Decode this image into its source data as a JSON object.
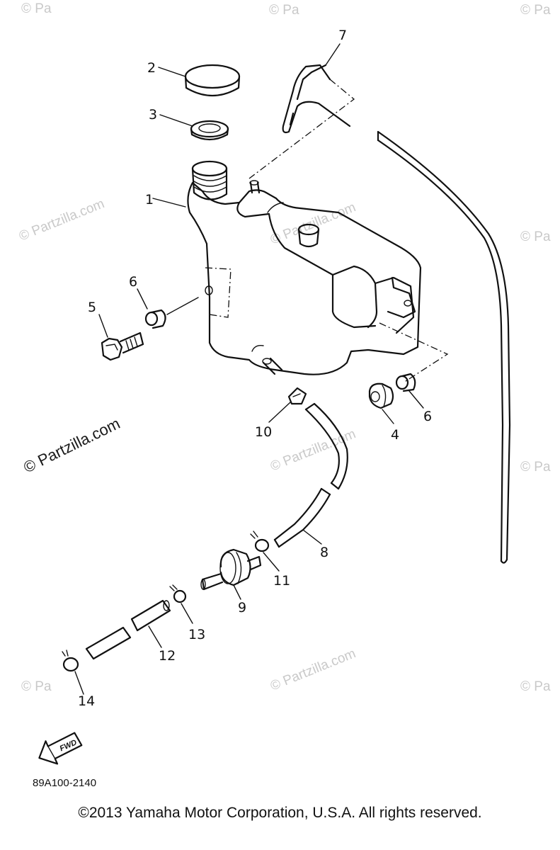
{
  "watermark": {
    "main": "© Partzilla.com",
    "faint": "© Partzilla.com",
    "edge": "© Pa"
  },
  "callouts": [
    "1",
    "2",
    "3",
    "4",
    "5",
    "6",
    "6",
    "7",
    "8",
    "9",
    "10",
    "11",
    "12",
    "13",
    "14"
  ],
  "direction_arrow": {
    "label": "FWD"
  },
  "drawing_code": "89A100-2140",
  "copyright": "©2013  Yamaha Motor Corporation, U.S.A. All rights reserved."
}
